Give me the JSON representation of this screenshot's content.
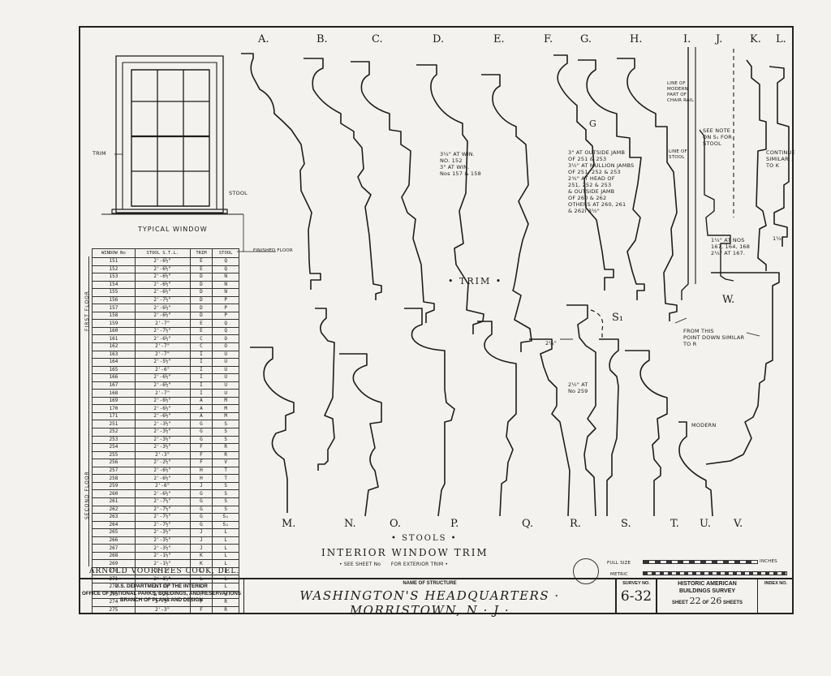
{
  "trim_letters": [
    "A.",
    "B.",
    "C.",
    "D.",
    "E.",
    "F.",
    "G.",
    "H.",
    "I.",
    "J.",
    "K.",
    "L."
  ],
  "stool_letters": [
    "M.",
    "N.",
    "O.",
    "P.",
    "Q.",
    "R.",
    "S.",
    "T.",
    "U.",
    "V."
  ],
  "w_label": "W.",
  "s1_label": "S₁",
  "g_label": "G",
  "window": {
    "title": "TYPICAL WINDOW",
    "trim": "TRIM",
    "stool": "STOOL",
    "floor": "FINISHED FLOOR"
  },
  "notes": {
    "d": "3¼\" AT WIN.\nNO. 152\n3\" AT WIN.\nNos 157 & 158",
    "g": "3\" AT OUTSIDE JAMB\nOF 251 & 253\n3½\" AT MULLION JAMBS\nOF 251, 252 & 253\n2¾\" AT HEAD OF\n251, 252 & 253\n& OUTSIDE JAMB\nOF 260 & 262\nOTHERS AT 260, 261\n& 262I 3½\"",
    "h": "LINE OF\nMODERN\nPART OF\nCHAIR RAIL",
    "h2": "LINE OF\nSTOOL",
    "i": "SEE NOTE\nON S₁ FOR\nSTOOL",
    "l": "CONTINUE\nSIMILAR\nTO K",
    "j": "1¼\" AT NOS\n167, 164, 168\n2¼\" AT 167.",
    "l2": "1¼\"",
    "r": "2½\" AT\nNo 259",
    "r2": "2¼\"",
    "w": "FROM THIS\nPOINT DOWN SIMILAR\nTO R",
    "u": "MODERN"
  },
  "section_trim": "• TRIM •",
  "section_stools": "• STOOLS •",
  "sheet_title": "INTERIOR WINDOW TRIM",
  "see_sheet": "• SEE SHEET No      FOR EXTERIOR TRIM •",
  "scale": {
    "full_size": "FULL SIZE",
    "metric": "METRIC",
    "inches": "INCHES"
  },
  "schedule": {
    "headers": [
      "WINDOW No",
      "STOOL S.T.L.",
      "TRIM",
      "STOOL"
    ],
    "rows": [
      [
        "151",
        "2'-6½\"",
        "E",
        "Q"
      ],
      [
        "152",
        "2'-6½\"",
        "E",
        "Q"
      ],
      [
        "153",
        "2'-6½\"",
        "D",
        "N"
      ],
      [
        "154",
        "2'-6½\"",
        "D",
        "N"
      ],
      [
        "155",
        "2'-6½\"",
        "D",
        "N"
      ],
      [
        "156",
        "2'-7½\"",
        "D",
        "P"
      ],
      [
        "157",
        "2'-6½\"",
        "D",
        "P"
      ],
      [
        "158",
        "2'-6½\"",
        "D",
        "P"
      ],
      [
        "159",
        "2'-7\"",
        "E",
        "Q"
      ],
      [
        "160",
        "2'-7½\"",
        "E",
        "Q"
      ],
      [
        "161",
        "2'-6½\"",
        "C",
        "O"
      ],
      [
        "162",
        "2'-7\"",
        "C",
        "O"
      ],
      [
        "163",
        "2'-7\"",
        "I",
        "U"
      ],
      [
        "164",
        "2'-5½\"",
        "I",
        "U"
      ],
      [
        "165",
        "2'-6\"",
        "I",
        "U"
      ],
      [
        "166",
        "2'-6½\"",
        "I",
        "U"
      ],
      [
        "167",
        "2'-6½\"",
        "I",
        "U"
      ],
      [
        "168",
        "2'-7\"",
        "I",
        "U"
      ],
      [
        "169",
        "2'-6½\"",
        "A",
        "M"
      ],
      [
        "170",
        "2'-6½\"",
        "A",
        "M"
      ],
      [
        "171",
        "2'-6½\"",
        "A",
        "M"
      ],
      [
        "251",
        "2'-3½\"",
        "G",
        "S"
      ],
      [
        "252",
        "2'-3½\"",
        "G",
        "S"
      ],
      [
        "253",
        "2'-3½\"",
        "G",
        "S"
      ],
      [
        "254",
        "2'-3½\"",
        "F",
        "R"
      ],
      [
        "255",
        "2'-3\"",
        "F",
        "R"
      ],
      [
        "256",
        "2'-2½\"",
        "F",
        "V"
      ],
      [
        "257",
        "2'-6½\"",
        "H",
        "T"
      ],
      [
        "258",
        "2'-6½\"",
        "H",
        "T"
      ],
      [
        "259",
        "2'-6\"",
        "J",
        "S"
      ],
      [
        "260",
        "2'-6½\"",
        "G",
        "S"
      ],
      [
        "261",
        "2'-7½\"",
        "G",
        "S"
      ],
      [
        "262",
        "2'-7½\"",
        "G",
        "S"
      ],
      [
        "263",
        "2'-7½\"",
        "G",
        "S₁"
      ],
      [
        "264",
        "2'-7½\"",
        "G",
        "S₁"
      ],
      [
        "265",
        "2'-3½\"",
        "J",
        "L"
      ],
      [
        "266",
        "2'-3½\"",
        "J",
        "L"
      ],
      [
        "267",
        "2'-3½\"",
        "J",
        "L"
      ],
      [
        "268",
        "2'-1½\"",
        "K",
        "L"
      ],
      [
        "269",
        "2'-1½\"",
        "K",
        "L"
      ],
      [
        "270",
        "3'-1\"",
        "L",
        "L"
      ],
      [
        "271",
        "2'-1½\"",
        "L",
        "L"
      ],
      [
        "272",
        "2'-1½\"",
        "L",
        "L"
      ],
      [
        "273",
        "2'-2½\"",
        "F",
        "W"
      ],
      [
        "274",
        "2'-3\"",
        "F",
        "R"
      ],
      [
        "275",
        "2'-3\"",
        "F",
        "R"
      ]
    ],
    "first_floor": "FIRST FLOOR",
    "second_floor": "SECOND FLOOR"
  },
  "delineator": "ARNOLD VOORHEES COOK, DEL.",
  "title_block": {
    "agency": [
      "U.S. DEPARTMENT OF THE INTERIOR",
      "OFFICE OF NATIONAL PARKS, BUILDINGS, AND RESERVATIONS",
      "BRANCH OF PLANS AND DESIGN"
    ],
    "name_label": "NAME OF STRUCTURE",
    "structure": "WASHINGTON'S HEADQUARTERS · MORRISTOWN, N · J ·",
    "survey_label": "SURVEY NO.",
    "survey_no": "6-32",
    "habs": [
      "HISTORIC AMERICAN",
      "BUILDINGS SURVEY"
    ],
    "sheet_pre": "SHEET",
    "sheet_no": "22",
    "sheet_mid": "OF",
    "sheet_total": "26",
    "sheet_post": "SHEETS",
    "index_label": "INDEX NO."
  }
}
